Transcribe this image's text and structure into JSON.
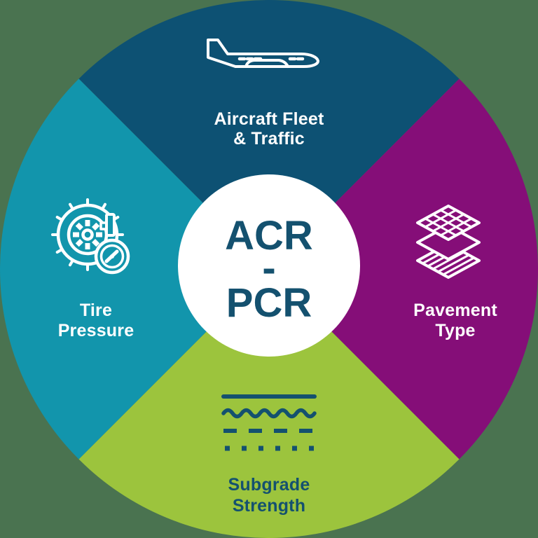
{
  "title": "ACR-PCR concept wheel diagram",
  "colors": {
    "background": "#4A7350",
    "white": "#FFFFFF",
    "text_dark": "#14516F"
  },
  "center": {
    "line1": "ACR",
    "line2": "-",
    "line3": "PCR",
    "text_color": "#14516F",
    "circle_color": "#FFFFFF"
  },
  "quadrants": [
    {
      "position": "top",
      "label_line1": "Aircraft Fleet",
      "label_line2": "& Traffic",
      "fill": "#0D5173",
      "label_color": "#FFFFFF",
      "icon": "aircraft-icon"
    },
    {
      "position": "right",
      "label_line1": "Pavement",
      "label_line2": "Type",
      "fill": "#850E78",
      "label_color": "#FFFFFF",
      "icon": "pavement-layers-icon"
    },
    {
      "position": "bottom",
      "label_line1": "Subgrade",
      "label_line2": "Strength",
      "fill": "#9CC43D",
      "label_color": "#14516F",
      "icon": "subgrade-strata-icon"
    },
    {
      "position": "left",
      "label_line1": "Tire",
      "label_line2": "Pressure",
      "fill": "#1295AC",
      "label_color": "#FFFFFF",
      "icon": "tire-pressure-gauge-icon"
    }
  ]
}
